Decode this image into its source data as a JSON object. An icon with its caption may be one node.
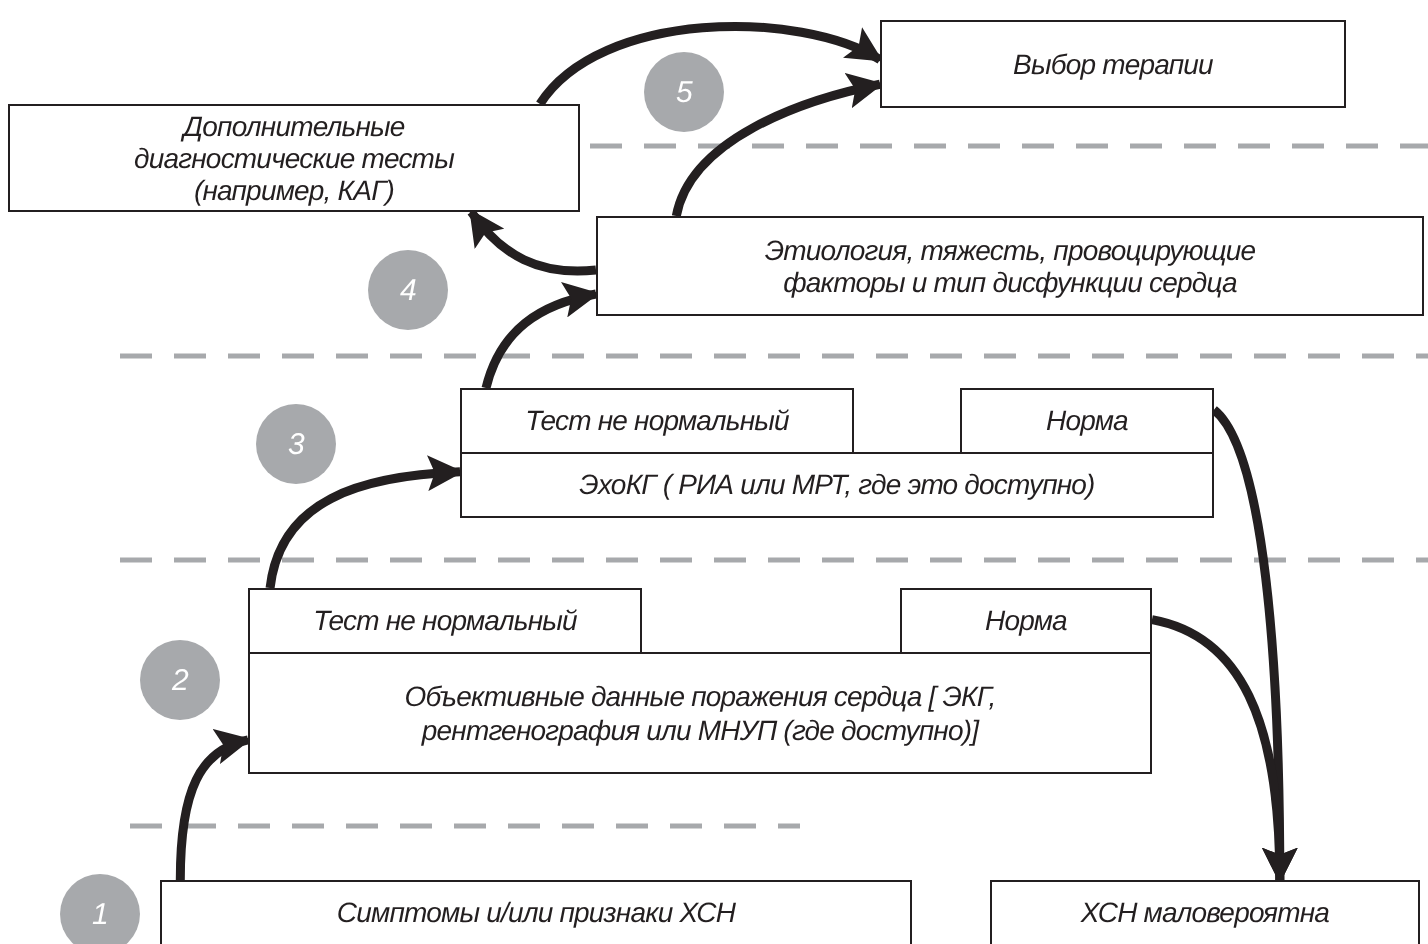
{
  "diagram": {
    "nodes": [
      {
        "text": [
          "Выбор терапии"
        ]
      },
      {
        "text": [
          "Дополнительные диагностические тесты (например, КАГ)"
        ]
      },
      {
        "text": [
          "Этиология, тяжесть, провоцирующие факторы и тип дисфункции сердца"
        ]
      },
      {
        "text": [
          "Тест не нормальный"
        ]
      },
      {
        "text": [
          "Норма"
        ]
      },
      {
        "text": [
          "ЭхоКГ ( РИА или МРТ, где это доступно)"
        ]
      },
      {
        "text": [
          "Тест не нормальный"
        ]
      },
      {
        "text": [
          "Норма"
        ]
      },
      {
        "text": [
          "Объективные данные поражения сердца [ ЭКГ, рентгенография или МНУП (где доступно)]"
        ]
      },
      {
        "text": [
          "Симптомы и/или признаки ХСН"
        ]
      },
      {
        "text": [
          "ХСН маловероятна"
        ]
      }
    ],
    "edges": [
      {
        "from": 1,
        "to": 0,
        "arrow": "to"
      },
      {
        "from": 2,
        "to": 0,
        "arrow": "to"
      },
      {
        "from": 2,
        "to": 1,
        "arrow": "to"
      },
      {
        "from": 3,
        "to": 2,
        "arrow": "to"
      },
      {
        "from": 4,
        "to": 10,
        "arrow": "to"
      },
      {
        "from": 7,
        "to": 10,
        "arrow": "to"
      },
      {
        "from": 6,
        "to": 5,
        "arrow": "to"
      },
      {
        "from": 9,
        "to": 8,
        "arrow": "to"
      }
    ],
    "labels": [
      "5",
      "4",
      "3",
      "2",
      "1"
    ]
  }
}
